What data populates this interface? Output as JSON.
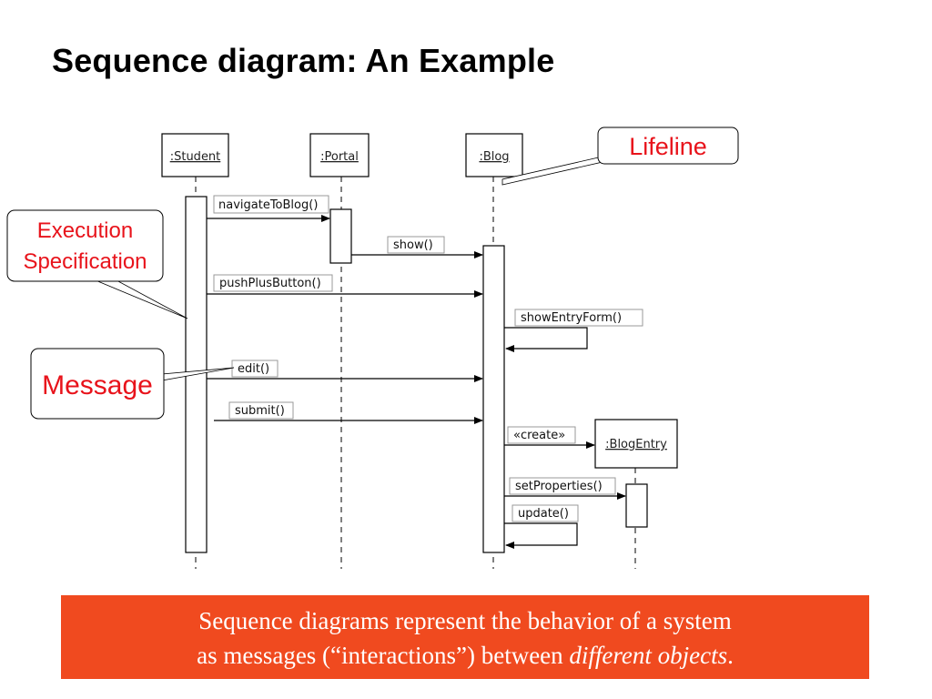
{
  "title": "Sequence diagram: An Example",
  "lifelines": {
    "student": ":Student",
    "portal": ":Portal",
    "blog": ":Blog",
    "blogentry": ":BlogEntry"
  },
  "messages": {
    "navigate": "navigateToBlog()",
    "show": "show()",
    "push": "pushPlusButton()",
    "showentry": "showEntryForm()",
    "edit": "edit()",
    "submit": "submit()",
    "create": "«create»",
    "setprops": "setProperties()",
    "update": "update()"
  },
  "callouts": {
    "lifeline": "Lifeline",
    "execution_line1": "Execution",
    "execution_line2": "Specification",
    "message": "Message"
  },
  "footer": {
    "line1": "Sequence diagrams represent the behavior of a system",
    "line2_prefix": "as messages (“interactions”) between ",
    "line2_emphasis": "different objects",
    "line2_suffix": "."
  },
  "colors": {
    "callout_text": "#e8131b",
    "footer_background": "#f04a1f",
    "footer_text": "#ffffff"
  }
}
